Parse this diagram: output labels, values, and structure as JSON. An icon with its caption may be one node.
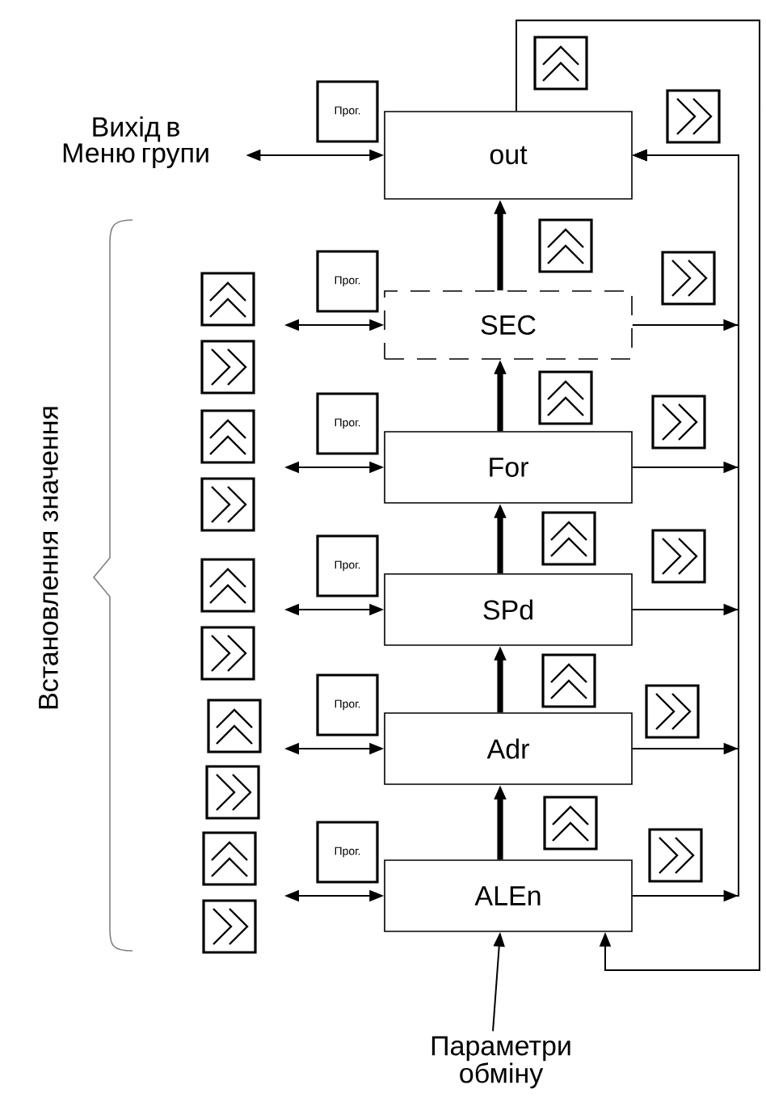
{
  "diagram": {
    "nodes": [
      {
        "text": [
          "Вихід в Меню групи"
        ]
      },
      {
        "text": [
          "out"
        ]
      },
      {
        "text": [
          "SEC"
        ]
      },
      {
        "text": [
          "For"
        ]
      },
      {
        "text": [
          "SPd"
        ]
      },
      {
        "text": [
          "Adr"
        ]
      },
      {
        "text": [
          "ALEn"
        ]
      },
      {
        "text": [
          "Параметри обміну"
        ]
      }
    ],
    "edges": [
      {
        "from": 0,
        "to": 1,
        "arrow": "both",
        "label": "Прог."
      },
      {
        "from": null,
        "to": 2,
        "arrow": "both",
        "label": "Прог."
      },
      {
        "from": null,
        "to": 3,
        "arrow": "both",
        "label": "Прог."
      },
      {
        "from": null,
        "to": 4,
        "arrow": "both",
        "label": "Прог."
      },
      {
        "from": null,
        "to": 5,
        "arrow": "both",
        "label": "Прог."
      },
      {
        "from": null,
        "to": 6,
        "arrow": "both",
        "label": "Прог."
      },
      {
        "from": 2,
        "to": 1,
        "arrow": "to",
        "style": "thick"
      },
      {
        "from": 3,
        "to": 2,
        "arrow": "to",
        "style": "thick"
      },
      {
        "from": 4,
        "to": 3,
        "arrow": "to",
        "style": "thick"
      },
      {
        "from": 5,
        "to": 4,
        "arrow": "to",
        "style": "thick"
      },
      {
        "from": 6,
        "to": 5,
        "arrow": "to",
        "style": "thick"
      },
      {
        "from": 7,
        "to": 6,
        "arrow": "to"
      },
      {
        "from": 2,
        "to": 1,
        "arrow": "to"
      },
      {
        "from": 3,
        "to": 1,
        "arrow": "to"
      },
      {
        "from": 4,
        "to": 1,
        "arrow": "to"
      },
      {
        "from": 5,
        "to": 1,
        "arrow": "to"
      },
      {
        "from": 6,
        "to": 1,
        "arrow": "to"
      },
      {
        "from": 1,
        "to": 6,
        "arrow": "to"
      }
    ],
    "labels": [
      "Встановлення значення"
    ]
  }
}
